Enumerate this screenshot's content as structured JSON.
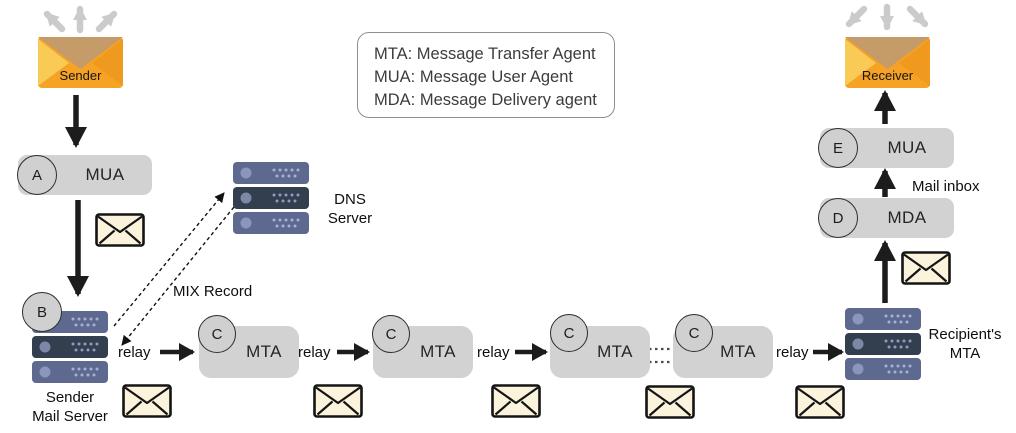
{
  "legend": {
    "lines": [
      "MTA: Message Transfer Agent",
      "MUA: Message User Agent",
      "MDA: Message Delivery agent"
    ]
  },
  "sender": {
    "label": "Sender"
  },
  "receiver": {
    "label": "Receiver"
  },
  "nodes": {
    "mua_a": {
      "badge": "A",
      "label": "MUA"
    },
    "sender_mail_server": {
      "badge": "B",
      "label": [
        "Sender",
        "Mail Server"
      ]
    },
    "dns_server": {
      "label": [
        "DNS",
        "Server"
      ]
    },
    "mta": {
      "badge": "C",
      "label": "MTA"
    },
    "recipient_mta": {
      "label": [
        "Recipient's",
        "MTA"
      ]
    },
    "mda": {
      "badge": "D",
      "label": "MDA"
    },
    "mua_e": {
      "badge": "E",
      "label": "MUA"
    }
  },
  "labels": {
    "relay": "relay",
    "mix_record": "MIX Record",
    "mail_inbox": "Mail inbox"
  },
  "icons": {
    "sender_envelope": "envelope-open-orange",
    "receiver_envelope": "envelope-open-orange",
    "message": "sealed-envelope",
    "server": "server-rack-stack"
  },
  "colors": {
    "envelope_orange": "#F6A224",
    "envelope_flap": "#C59B69",
    "envelope_light": "#FACA56",
    "envelope_dark_side": "#EF9A1E",
    "agent_box_gray": "#D2D2D2",
    "server_slate": "#5E6990",
    "server_dark": "#333F4E",
    "server_dot": "#A7B1D6",
    "message_fill": "#FBF3DB",
    "arrow_black": "#1C1C1C",
    "arrow_gray": "#CBCBCB"
  }
}
